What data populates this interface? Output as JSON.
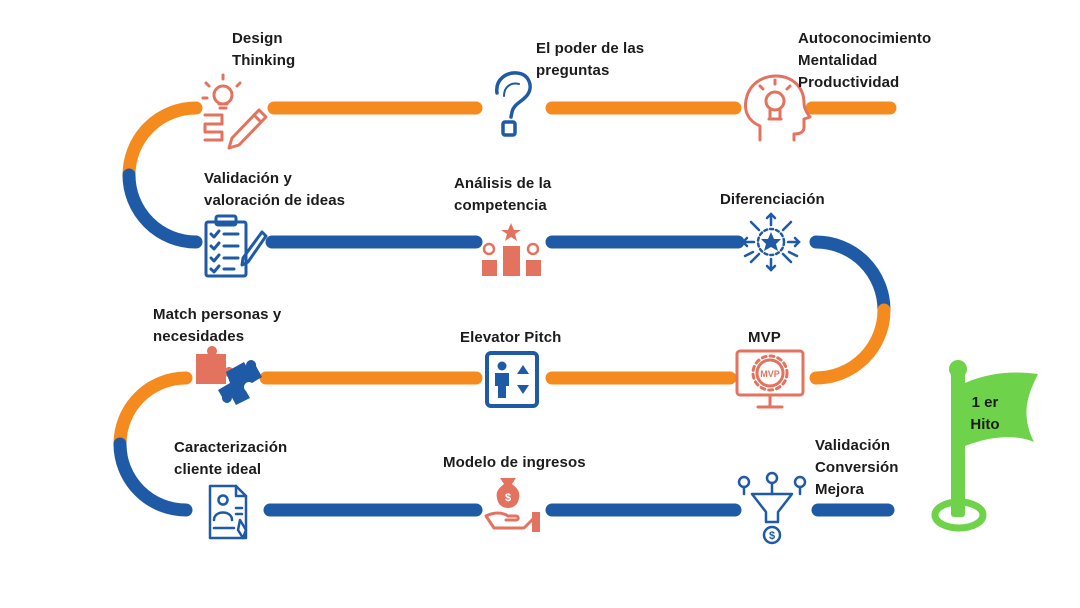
{
  "colors": {
    "orange": "#F58A1F",
    "blue": "#1F5AA6",
    "salmon": "#E3735E",
    "green": "#6ED34A"
  },
  "rows": [
    {
      "stages": [
        {
          "icon": "design-thinking-icon",
          "label": "Design\nThinking"
        },
        {
          "icon": "question-mark-icon",
          "label": "El poder de las\npreguntas"
        },
        {
          "icon": "head-lightbulb-icon",
          "label": "Autoconocimiento\nMentalidad\nProductividad"
        }
      ]
    },
    {
      "stages": [
        {
          "icon": "checklist-clipboard-icon",
          "label": "Validación y\nvaloración de ideas"
        },
        {
          "icon": "podium-icon",
          "label": "Análisis de la\ncompetencia"
        },
        {
          "icon": "star-arrows-icon",
          "label": "Diferenciación"
        }
      ]
    },
    {
      "stages": [
        {
          "icon": "puzzle-pieces-icon",
          "label": "Match personas y\nnecesidades"
        },
        {
          "icon": "elevator-icon",
          "label": "Elevator Pitch"
        },
        {
          "icon": "mvp-monitor-icon",
          "label": "MVP"
        }
      ]
    },
    {
      "stages": [
        {
          "icon": "customer-profile-icon",
          "label": "Caracterización\ncliente ideal"
        },
        {
          "icon": "money-bag-hand-icon",
          "label": "Modelo de ingresos"
        },
        {
          "icon": "funnel-dollar-icon",
          "label": "Validación\nConversión\nMejora"
        }
      ]
    }
  ],
  "milestone": {
    "label": "1 er\nHito"
  }
}
